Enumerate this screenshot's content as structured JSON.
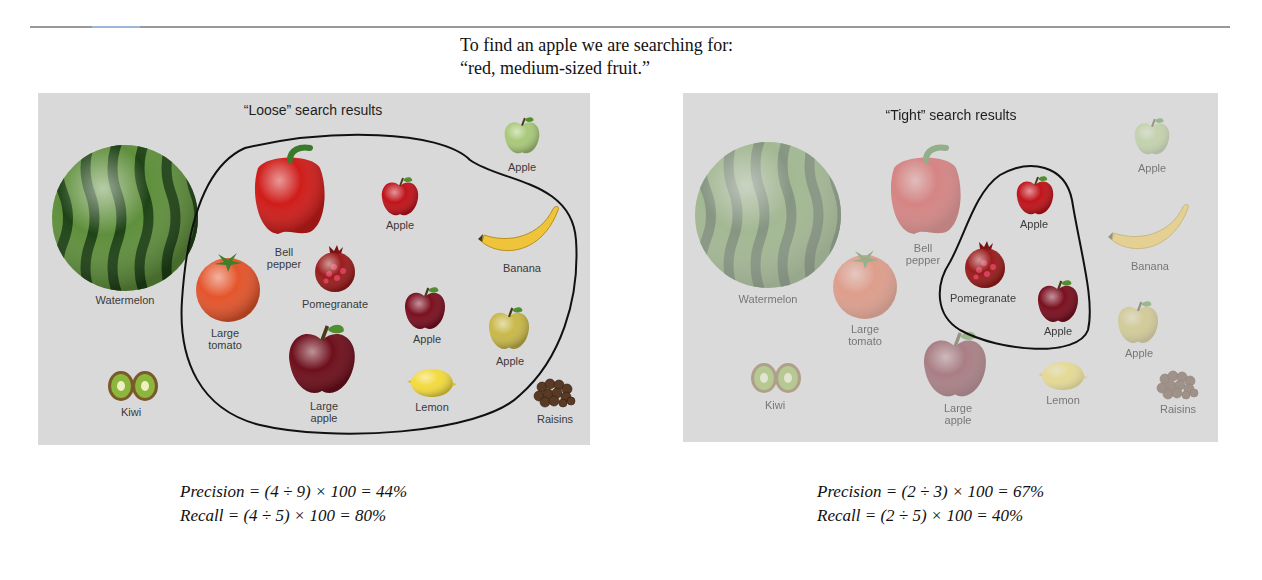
{
  "diagram": {
    "title": "To find an apple we are searching for: “red, medium-sized fruit.”",
    "nodes": [
      {
        "text": [
          "“Loose” search results",
          "Watermelon",
          "Apple",
          "Kiwi",
          "Raisins"
        ]
      },
      {
        "text": [
          "Bell pepper",
          "Apple",
          "Banana",
          "Large tomato",
          "Pomegranate",
          "Apple",
          "Apple",
          "Large apple",
          "Lemon"
        ],
        "in": 0
      },
      {
        "text": [
          "“Tight” search results",
          "Watermelon",
          "Apple",
          "Bell pepper",
          "Banana",
          "Large tomato",
          "Apple",
          "Kiwi",
          "Large apple",
          "Lemon",
          "Raisins"
        ]
      },
      {
        "text": [
          "Apple",
          "Pomegranate",
          "Apple"
        ],
        "in": 2
      }
    ],
    "labels": [
      "Precision = (4 ÷ 9) × 100 = 44%",
      "Recall = (4 ÷ 5) × 100 = 80%",
      "Precision = (2 ÷ 3) × 100 = 67%",
      "Recall = (2 ÷ 5) × 100 = 40%"
    ]
  }
}
